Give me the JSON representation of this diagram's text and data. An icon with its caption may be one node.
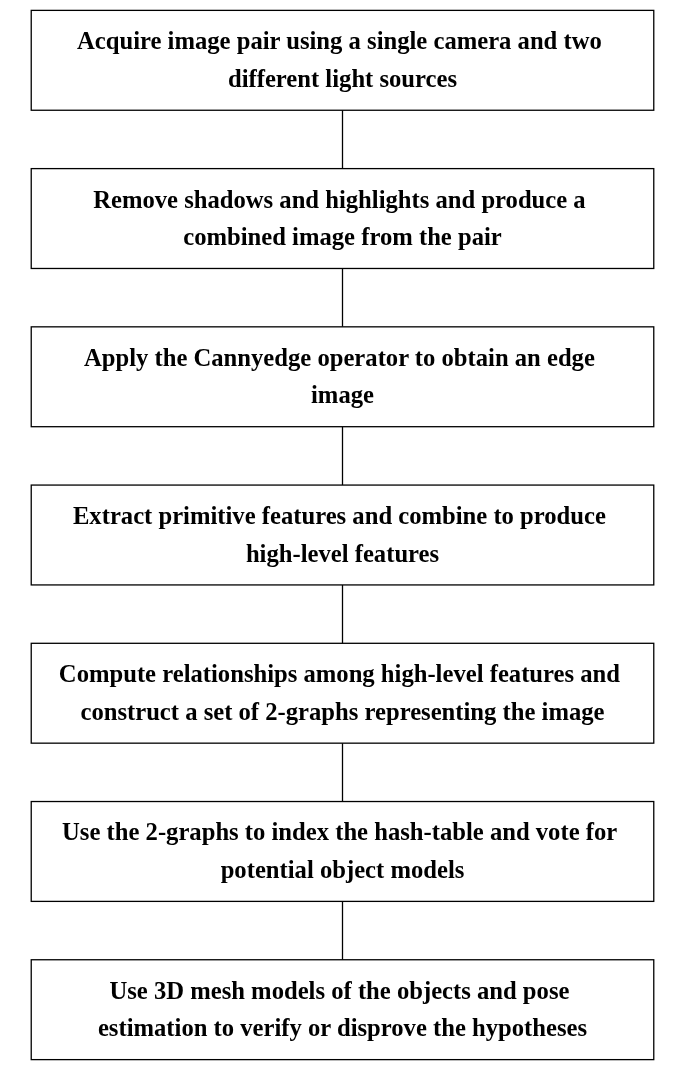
{
  "diagram": {
    "nodes": [
      {
        "text": [
          "Acquire image pair using a single camera and two different light sources"
        ]
      },
      {
        "text": [
          "Remove shadows and highlights and produce a combined image from the pair"
        ]
      },
      {
        "text": [
          "Apply the Cannyedge operator to obtain an edge image"
        ]
      },
      {
        "text": [
          "Extract primitive features and combine to produce high-level features"
        ]
      },
      {
        "text": [
          "Compute relationships among high-level features and construct a set of 2-graphs representing the image"
        ]
      },
      {
        "text": [
          "Use the 2-graphs to index the hash-table and vote for potential object models"
        ]
      },
      {
        "text": [
          "Use 3D mesh models of the objects and pose estimation to verify or disprove the hypotheses"
        ]
      }
    ],
    "edges": [
      {
        "from": 0,
        "to": 1,
        "arrow": "none"
      },
      {
        "from": 1,
        "to": 2,
        "arrow": "none"
      },
      {
        "from": 2,
        "to": 3,
        "arrow": "none"
      },
      {
        "from": 3,
        "to": 4,
        "arrow": "none"
      },
      {
        "from": 4,
        "to": 5,
        "arrow": "none"
      },
      {
        "from": 5,
        "to": 6,
        "arrow": "none"
      }
    ]
  }
}
